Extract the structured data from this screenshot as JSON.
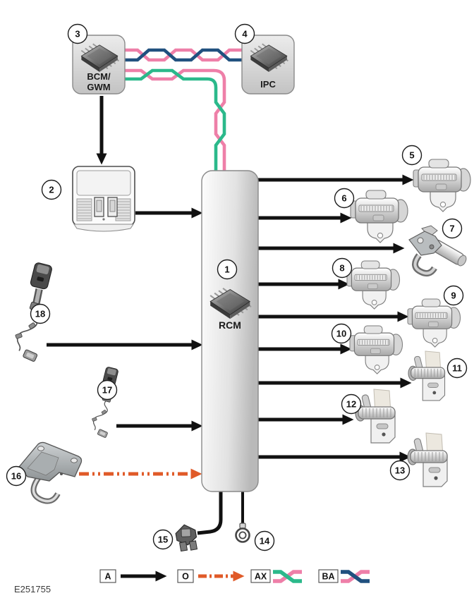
{
  "figure": {
    "id": "E251755"
  },
  "modules": {
    "rcm": {
      "callout": "1",
      "label": "RCM"
    },
    "bcm_gwm": {
      "callout": "3",
      "label_line1": "BCM/",
      "label_line2": "GWM"
    },
    "ipc": {
      "callout": "4",
      "label": "IPC"
    }
  },
  "callouts": [
    "1",
    "2",
    "3",
    "4",
    "5",
    "6",
    "7",
    "8",
    "9",
    "10",
    "11",
    "12",
    "13",
    "14",
    "15",
    "16",
    "17",
    "18"
  ],
  "legend": [
    {
      "code": "A",
      "symbol": "solid-black-arrow"
    },
    {
      "code": "O",
      "symbol": "orange-dash-dot-arrow"
    },
    {
      "code": "AX",
      "symbol": "twisted-pair-green-pink"
    },
    {
      "code": "BA",
      "symbol": "twisted-pair-blue-pink"
    }
  ],
  "colors": {
    "pink": "#ee7fa8",
    "green": "#2bb98b",
    "blue": "#20507f",
    "orange": "#e05a28",
    "black": "#111111"
  }
}
